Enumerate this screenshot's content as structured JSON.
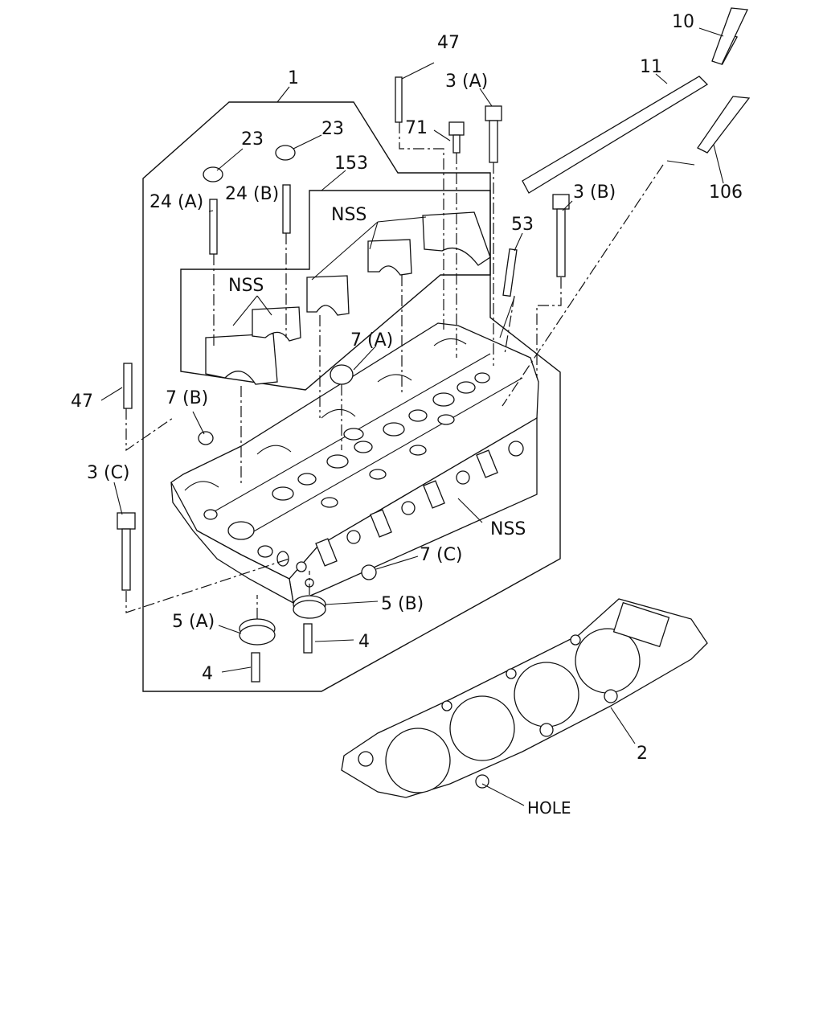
{
  "callouts": {
    "c1": "1",
    "c2": "2",
    "c3a": "3 (A)",
    "c3b": "3 (B)",
    "c3c": "3 (C)",
    "c4a": "4",
    "c4b": "4",
    "c5a": "5 (A)",
    "c5b": "5 (B)",
    "c7a": "7 (A)",
    "c7b": "7 (B)",
    "c7c": "7 (C)",
    "c10": "10",
    "c11": "11",
    "c23a": "23",
    "c23b": "23",
    "c24a": "24 (A)",
    "c24b": "24 (B)",
    "c47a": "47",
    "c47b": "47",
    "c53": "53",
    "c71": "71",
    "c106": "106",
    "c153": "153",
    "nss1": "NSS",
    "nss2": "NSS",
    "nss3": "NSS",
    "hole": "HOLE"
  }
}
